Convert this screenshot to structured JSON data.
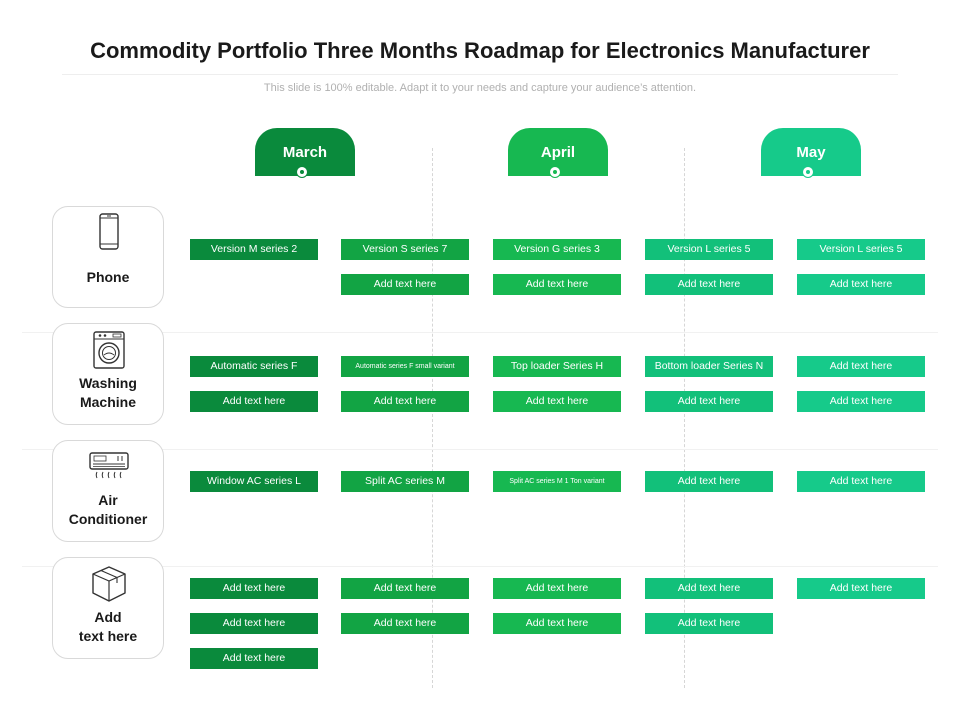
{
  "title": "Commodity Portfolio Three Months Roadmap for Electronics Manufacturer",
  "subtitle": "This slide is 100% editable. Adapt it to your needs and capture your audience’s attention.",
  "months": [
    {
      "label": "March",
      "color": "#0a8a3c"
    },
    {
      "label": "April",
      "color": "#17b851"
    },
    {
      "label": "May",
      "color": "#16ca8a"
    }
  ],
  "column_colors": [
    "#0a8a3c",
    "#12a444",
    "#17b851",
    "#12c07a",
    "#16ca8a"
  ],
  "categories": [
    {
      "label_lines": [
        "Phone"
      ],
      "icon": "smartphone-icon"
    },
    {
      "label_lines": [
        "Washing",
        "Machine"
      ],
      "icon": "washing-machine-icon"
    },
    {
      "label_lines": [
        "Air",
        "Conditioner"
      ],
      "icon": "air-conditioner-icon"
    },
    {
      "label_lines": [
        "Add",
        "text here"
      ],
      "icon": "package-box-icon"
    }
  ],
  "grid": {
    "phone": [
      [
        "Version M series 2",
        "Version S series 7",
        "Version G series 3",
        "Version L series 5",
        "Version L series 5"
      ],
      [
        "",
        "Add text here",
        "Add text here",
        "Add text here",
        "Add text here"
      ]
    ],
    "washing_machine": [
      [
        "Automatic series F",
        "Automatic series F small variant",
        "Top loader Series H",
        "Bottom loader Series N",
        "Add text here"
      ],
      [
        "Add text here",
        "Add text here",
        "Add text here",
        "Add text here",
        "Add text here"
      ]
    ],
    "air_conditioner": [
      [
        "Window AC series L",
        "Split AC series M",
        "Split AC series M 1 Ton variant",
        "Add text here",
        "Add text here"
      ]
    ],
    "add_text": [
      [
        "Add text here",
        "Add text here",
        "Add text here",
        "Add text here",
        "Add text here"
      ],
      [
        "Add text here",
        "Add text here",
        "Add text here",
        "Add text here",
        ""
      ],
      [
        "Add text here",
        "",
        "",
        "",
        ""
      ]
    ]
  }
}
